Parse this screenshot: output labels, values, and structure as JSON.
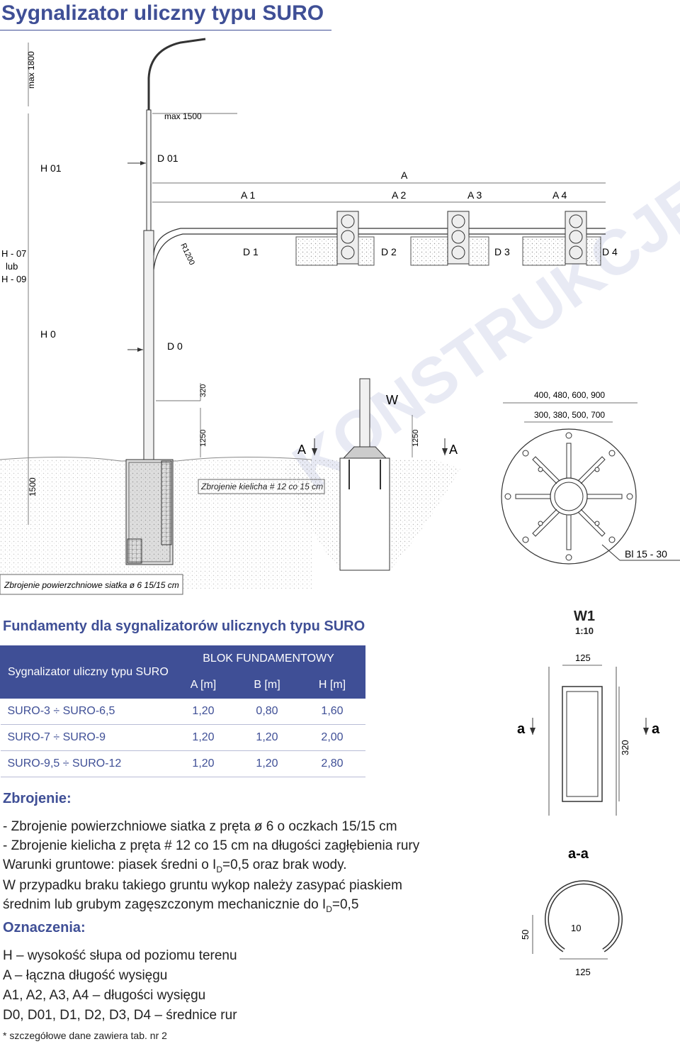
{
  "title": "Sygnalizator uliczny typu SURO",
  "drawing": {
    "max_1800": "max 1800",
    "max_1500": "max 1500",
    "h01": "H 01",
    "d01": "D 01",
    "a": "A",
    "a1": "A 1",
    "a2": "A 2",
    "a3": "A 3",
    "a4": "A 4",
    "h_range": [
      "H - 07",
      "lub",
      "H - 09"
    ],
    "r1200": "R1200",
    "d1": "D 1",
    "d2": "D 2",
    "d3": "D 3",
    "d4": "D 4",
    "h0": "H 0",
    "d0": "D 0",
    "d320": "320",
    "d1250a": "1250",
    "d1250b": "1250",
    "d1500": "1500",
    "w": "W",
    "section_a_left": "A",
    "section_a_right": "A",
    "zbrojenie_kielicha": "Zbrojenie kielicha # 12 co 15 cm",
    "zbrojenie_pow": "Zbrojenie powierzchniowe siatka  ø 6  15/15 cm",
    "flange_outer": "400, 480, 600, 900",
    "flange_inner": "300, 380, 500, 700",
    "bl": "Bl 15 - 30"
  },
  "fundamenty": {
    "title": "Fundamenty dla sygnalizatorów ulicznych typu SURO",
    "col_first": "Sygnalizator uliczny typu SURO",
    "col_group": "BLOK FUNDAMENTOWY",
    "col_a": "A [m]",
    "col_b": "B [m]",
    "col_h": "H [m]",
    "rows": [
      {
        "name": "SURO-3 ÷ SURO-6,5",
        "a": "1,20",
        "b": "0,80",
        "h": "1,60"
      },
      {
        "name": "SURO-7 ÷ SURO-9",
        "a": "1,20",
        "b": "1,20",
        "h": "2,00"
      },
      {
        "name": "SURO-9,5 ÷ SURO-12",
        "a": "1,20",
        "b": "1,20",
        "h": "2,80"
      }
    ]
  },
  "detail": {
    "w1": "W1",
    "scale": "1:10",
    "d125_top": "125",
    "a_left": "a",
    "a_right": "a",
    "d320": "320",
    "aa": "a-a",
    "d50": "50",
    "d10": "10",
    "d125_bottom": "125"
  },
  "zbrojenie": {
    "title": "Zbrojenie:",
    "line1": "- Zbrojenie powierzchniowe siatka z pręta ø 6 o oczkach 15/15 cm",
    "line2": "- Zbrojenie kielicha z pręta # 12 co 15 cm na długości zagłębienia rury",
    "line3a": "Warunki gruntowe: piasek średni o I",
    "line3sub": "D",
    "line3b": "=0,5 oraz brak wody.",
    "line4": "W przypadku braku takiego gruntu wykop należy zasypać piaskiem",
    "line5a": "średnim lub grubym zagęszczonym mechanicznie do I",
    "line5sub": "D",
    "line5b": "=0,5"
  },
  "oznaczenia": {
    "title": "Oznaczenia:",
    "h_line": "H – wysokość słupa od poziomu terenu",
    "a_line": "A – łączna długość wysięgu",
    "a_list_text": "A1, A2, A3, A4 – długości wysięgu",
    "d_list_text": "D0, D01, D1, D2, D3, D4 – średnice rur",
    "footnote": "* szczegółowe dane zawiera tab. nr 2"
  }
}
